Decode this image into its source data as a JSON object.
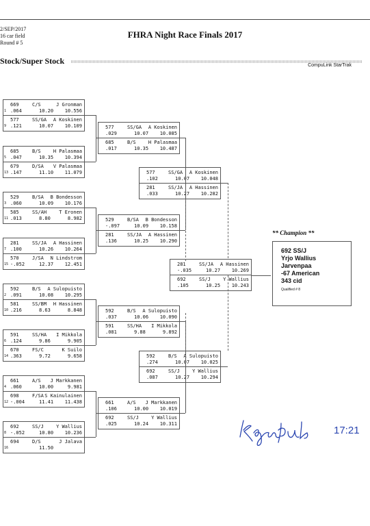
{
  "header": {
    "date": "2/SEP/2017",
    "field": "16 car field",
    "round": "Round # 5",
    "title": "FHRA Night Race Finals 2017",
    "class_name": "Stock/Super Stock",
    "software": "CompuLink StarTrak"
  },
  "round1": [
    {
      "top": {
        "seed": "1",
        "car": "669",
        "cls": "C/S",
        "driver": "J Gronman",
        "rt": ".064",
        "dial": "10.20",
        "et": "10.556"
      },
      "bot": {
        "seed": "9",
        "car": "577",
        "cls": "SS/GA",
        "driver": "A Koskinen",
        "rt": ".121",
        "dial": "10.07",
        "et": "10.109"
      }
    },
    {
      "top": {
        "seed": "5",
        "car": "685",
        "cls": "B/S",
        "driver": "H Palasmaa",
        "rt": ".047",
        "dial": "10.35",
        "et": "10.394"
      },
      "bot": {
        "seed": "13",
        "car": "679",
        "cls": "D/SA",
        "driver": "V Palasmaa",
        "rt": ".147",
        "dial": "11.10",
        "et": "11.079"
      }
    },
    {
      "top": {
        "seed": "3",
        "car": "529",
        "cls": "B/SA",
        "driver": "B Bondesson",
        "rt": ".060",
        "dial": "10.09",
        "et": "10.176"
      },
      "bot": {
        "seed": "11",
        "car": "585",
        "cls": "SS/AH",
        "driver": "T Eronen",
        "rt": ".013",
        "dial": "8.80",
        "et": "8.982"
      }
    },
    {
      "top": {
        "seed": "7",
        "car": "281",
        "cls": "SS/JA",
        "driver": "A Hassinen",
        "rt": ".100",
        "dial": "10.26",
        "et": "10.264"
      },
      "bot": {
        "seed": "15",
        "car": "570",
        "cls": "J/SA",
        "driver": "N Lindstrom",
        "rt": "-.052",
        "dial": "12.37",
        "et": "12.451"
      }
    },
    {
      "top": {
        "seed": "2",
        "car": "592",
        "cls": "B/S",
        "driver": "A Sulopuisto",
        "rt": ".091",
        "dial": "10.08",
        "et": "10.295"
      },
      "bot": {
        "seed": "10",
        "car": "581",
        "cls": "SS/BM",
        "driver": "H Hassinen",
        "rt": ".216",
        "dial": "8.63",
        "et": "8.848"
      }
    },
    {
      "top": {
        "seed": "6",
        "car": "591",
        "cls": "SS/HA",
        "driver": "I Mikkola",
        "rt": ".124",
        "dial": "9.86",
        "et": "9.905"
      },
      "bot": {
        "seed": "14",
        "car": "670",
        "cls": "FS/C",
        "driver": "K Suilo",
        "rt": ".363",
        "dial": "9.72",
        "et": "9.658"
      }
    },
    {
      "top": {
        "seed": "4",
        "car": "661",
        "cls": "A/S",
        "driver": "J Markkanen",
        "rt": ".060",
        "dial": "10.00",
        "et": "9.981"
      },
      "bot": {
        "seed": "12",
        "car": "698",
        "cls": "F/SA",
        "driver": "S Kainulainen",
        "rt": "-.004",
        "dial": "11.41",
        "et": "11.438"
      }
    },
    {
      "top": {
        "seed": "8",
        "car": "692",
        "cls": "SS/J",
        "driver": "Y Wallius",
        "rt": "-.052",
        "dial": "10.80",
        "et": "10.236"
      },
      "bot": {
        "seed": "16",
        "car": "694",
        "cls": "D/S",
        "driver": "J Jalava",
        "rt": "",
        "dial": "11.50",
        "et": ""
      }
    }
  ],
  "round2": [
    {
      "top": {
        "car": "577",
        "cls": "SS/GA",
        "driver": "A Koskinen",
        "rt": ".029",
        "dial": "10.07",
        "et": "10.085"
      },
      "bot": {
        "car": "685",
        "cls": "B/S",
        "driver": "H Palasmaa",
        "rt": ".017",
        "dial": "10.35",
        "et": "10.487"
      }
    },
    {
      "top": {
        "car": "529",
        "cls": "B/SA",
        "driver": "B Bondesson",
        "rt": "-.097",
        "dial": "10.09",
        "et": "10.158"
      },
      "bot": {
        "car": "281",
        "cls": "SS/JA",
        "driver": "A Hassinen",
        "rt": ".136",
        "dial": "10.25",
        "et": "10.290"
      }
    },
    {
      "top": {
        "car": "592",
        "cls": "B/S",
        "driver": "A Sulopuisto",
        "rt": ".037",
        "dial": "10.06",
        "et": "10.090"
      },
      "bot": {
        "car": "591",
        "cls": "SS/HA",
        "driver": "I Mikkola",
        "rt": ".081",
        "dial": "9.88",
        "et": "9.892"
      }
    },
    {
      "top": {
        "car": "661",
        "cls": "A/S",
        "driver": "J Markkanen",
        "rt": ".106",
        "dial": "10.00",
        "et": "10.019"
      },
      "bot": {
        "car": "692",
        "cls": "SS/J",
        "driver": "Y Wallius",
        "rt": ".025",
        "dial": "10.24",
        "et": "10.311"
      }
    }
  ],
  "round3": [
    {
      "top": {
        "car": "577",
        "cls": "SS/GA",
        "driver": "A Koskinen",
        "rt": ".102",
        "dial": "10.07",
        "et": "10.048"
      },
      "bot": {
        "car": "281",
        "cls": "SS/JA",
        "driver": "A Hassinen",
        "rt": ".033",
        "dial": "10.27",
        "et": "10.282"
      }
    },
    {
      "top": {
        "car": "592",
        "cls": "B/S",
        "driver": "A Sulopuisto",
        "rt": ".274",
        "dial": "10.07",
        "et": "10.025"
      },
      "bot": {
        "car": "692",
        "cls": "SS/J",
        "driver": "Y Wallius",
        "rt": ".087",
        "dial": "10.27",
        "et": "10.294"
      }
    }
  ],
  "final": {
    "top": {
      "car": "281",
      "cls": "SS/JA",
      "driver": "A Hassinen",
      "rt": "-.035",
      "dial": "10.27",
      "et": "10.269"
    },
    "bot": {
      "car": "692",
      "cls": "SS/J",
      "driver": "Y Wallius",
      "rt": ".105",
      "dial": "10.25",
      "et": "10.243"
    }
  },
  "champion": {
    "label": "** Champion **",
    "car_class": "692  SS/J",
    "name": "Yrjo Wallius",
    "town": "Jarvenpaa",
    "car": "-67 American",
    "engine": "343 cid",
    "qualified": "Qualified # 8"
  },
  "signature": {
    "date": "17:21",
    "ink_color": "#2a45b0"
  }
}
